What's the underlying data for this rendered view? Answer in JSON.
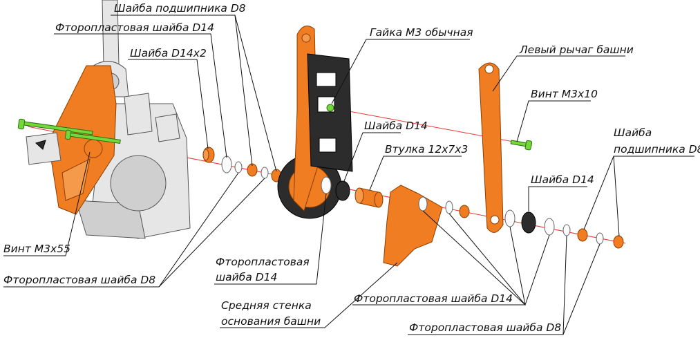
{
  "labels": {
    "shaiba_podshipnika_d8_top": "Шайба подшипника D8",
    "ftoroplast_d14_top": "Фторопластовая шайба D14",
    "shaiba_d14x2": "Шайба D14x2",
    "gaika_m3": "Гайка М3 обычная",
    "levyi_rychag": "Левый рычаг башни",
    "vint_m3x10": "Винт М3х10",
    "shaiba_d14_center": "Шайба D14",
    "vtulka": "Втулка 12х7х3",
    "shaiba_podshipnika_d8_right_line1": "Шайба",
    "shaiba_podshipnika_d8_right_line2": "подшипника D8",
    "shaiba_d14_right": "Шайба D14",
    "vint_m3x55": "Винт М3х55",
    "ftoroplast_d8_left": "Фторопластовая шайба D8",
    "ftoroplast_d14_mid_line1": "Фторопластовая",
    "ftoroplast_d14_mid_line2": "шайба D14",
    "srednyaya_stenka_line1": "Средняя стенка",
    "srednyaya_stenka_line2": "основания башни",
    "ftoroplast_d14_bottom": "Фторопластовая шайба D14",
    "ftoroplast_d8_bottom": "Фторопластовая шайба D8"
  },
  "colors": {
    "part_orange": "#f07d22",
    "part_dark": "#2c2c2c",
    "screw_green": "#74d83b",
    "axis_red": "#e33333"
  }
}
